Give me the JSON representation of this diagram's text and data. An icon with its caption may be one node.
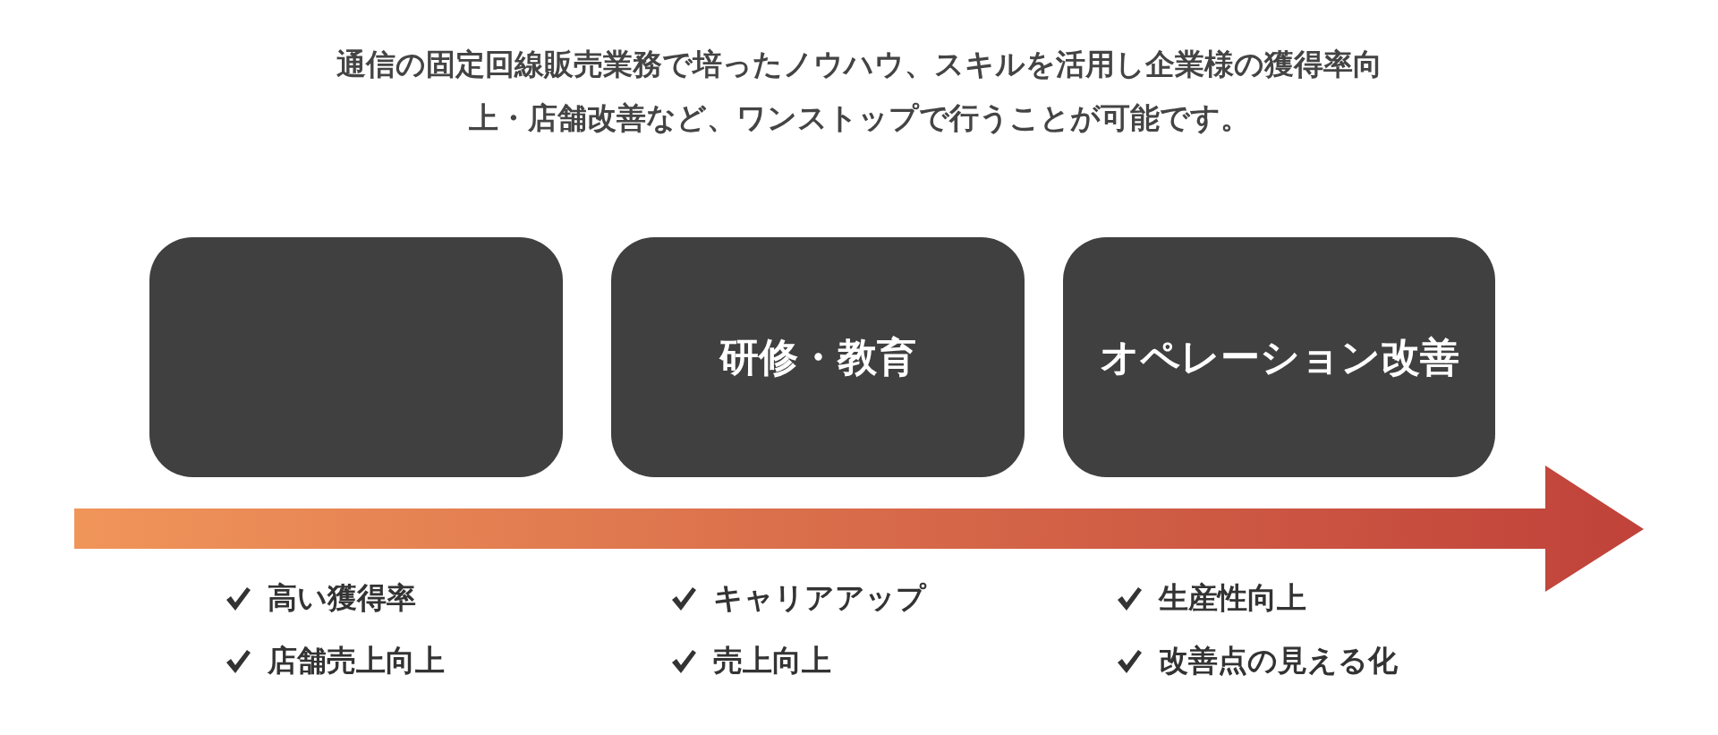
{
  "diagram": {
    "title": "通信の固定回線販売業務で培ったノウハウ、スキルを活用し企業様の獲得率向上・店舗改善など、ワンストップで行うことが可能です。",
    "nodes": [
      {
        "text": [],
        "shape": "box"
      },
      {
        "text": [
          "研修・教育"
        ]
      },
      {
        "text": [
          "オペレーション改善"
        ]
      }
    ],
    "labels": [
      "高い獲得率",
      "キャリアアップ",
      "生産性向上",
      "店舗売上向上",
      "売上向上",
      "改善点の見える化"
    ]
  }
}
